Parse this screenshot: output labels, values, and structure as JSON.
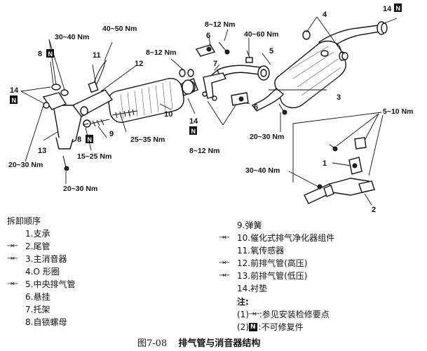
{
  "torques": {
    "t_30_40_a": "30~40 Nm",
    "t_40_50": "40~50 Nm",
    "t_8_12_a": "8~12 Nm",
    "t_8_12_b": "8~12 Nm",
    "t_40_60": "40~60 Nm",
    "t_8_12_c": "8~12 Nm",
    "t_15_25": "15~25 Nm",
    "t_25_35": "25~35 Nm",
    "t_20_30_a": "20~30 Nm",
    "t_20_30_b": "20~30 Nm",
    "t_20_30_c": "20~30 Nm",
    "t_5_10": "5~10 Nm",
    "t_30_40_b": "30~40 Nm"
  },
  "callouts": {
    "n1": "1",
    "n2": "2",
    "n3": "3",
    "n4": "4",
    "n5": "5",
    "n6a": "6",
    "n6b": "6",
    "n7": "7",
    "n8a": "8",
    "n8b": "8",
    "n9": "9",
    "n10": "10",
    "n11": "11",
    "n12": "12",
    "n13": "13",
    "n14a": "14",
    "n14b": "14",
    "n14c": "14"
  },
  "badges": {
    "b_n": "N"
  },
  "legend": {
    "title": "拆卸顺序",
    "left_items": [
      {
        "mark": "",
        "text": "1.支承"
      },
      {
        "mark": "→←",
        "text": "2.尾管"
      },
      {
        "mark": "→←",
        "text": "3.主消音器"
      },
      {
        "mark": "",
        "text": "4.O 形圈"
      },
      {
        "mark": "→←",
        "text": "5.中央排气管"
      },
      {
        "mark": "",
        "text": "6.悬挂"
      },
      {
        "mark": "",
        "text": "7.托架"
      },
      {
        "mark": "",
        "text": "8.自锁螺母"
      }
    ],
    "right_items": [
      {
        "mark": "",
        "text": "9.弹簧"
      },
      {
        "mark": "→←",
        "text": "10.催化式排气净化器组件"
      },
      {
        "mark": "",
        "text": "11.氧传感器"
      },
      {
        "mark": "→←",
        "text": "12.前排气管(高压)"
      },
      {
        "mark": "→←",
        "text": "13.前排气管(低压)"
      },
      {
        "mark": "",
        "text": "14.衬垫"
      }
    ],
    "notes_title": "注:",
    "note1_prefix": "(1)",
    "note1_mark": "→←",
    "note1_text": ":参见安装检修要点",
    "note2_prefix": "(2)",
    "note2_text": ":不可修复件"
  },
  "caption": {
    "figure_number": "图7-08",
    "title": "排气管与消音器结构"
  }
}
